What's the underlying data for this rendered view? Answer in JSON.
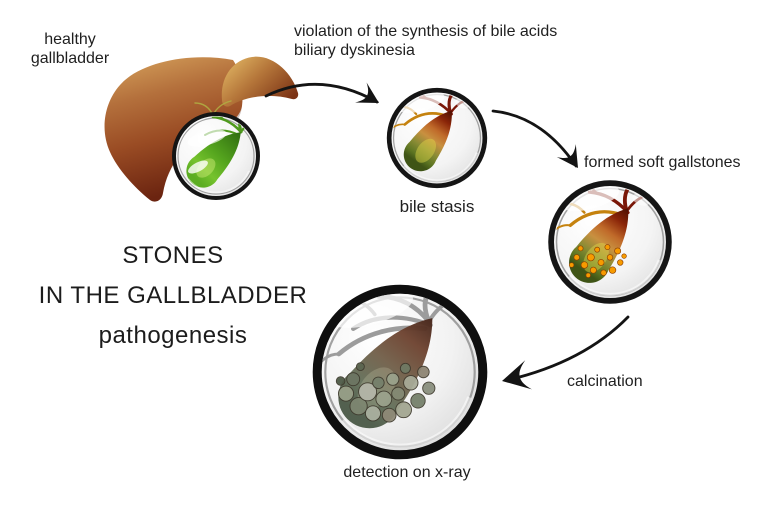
{
  "diagram": {
    "title": {
      "line1": "STONES",
      "line2": "IN THE GALLBLADDER",
      "line3": "pathogenesis"
    },
    "healthy_label": {
      "line1": "healthy",
      "line2": "gallbladder"
    },
    "cause_label": {
      "line1": "violation of the synthesis of bile acids",
      "line2": "biliary dyskinesia"
    },
    "stages": [
      {
        "id": "bile-stasis",
        "label": "bile stasis"
      },
      {
        "id": "formed-soft-gallstones",
        "label": "formed soft gallstones"
      },
      {
        "id": "calcination",
        "label": "calcination"
      },
      {
        "id": "detection-on-xray",
        "label": "detection on x-ray"
      }
    ],
    "colors": {
      "background": "#ffffff",
      "text": "#1f1f1f",
      "arrow": "#141414",
      "liver_light": "#d8a55e",
      "liver_dark": "#6b2410",
      "healthy_green": "#55a51e",
      "bile_duct_red": "#7a1708",
      "bile_duct_orange": "#c5820e",
      "soft_stone_orange": "#f79b00",
      "xray_gray": "#9c9c9c"
    }
  }
}
